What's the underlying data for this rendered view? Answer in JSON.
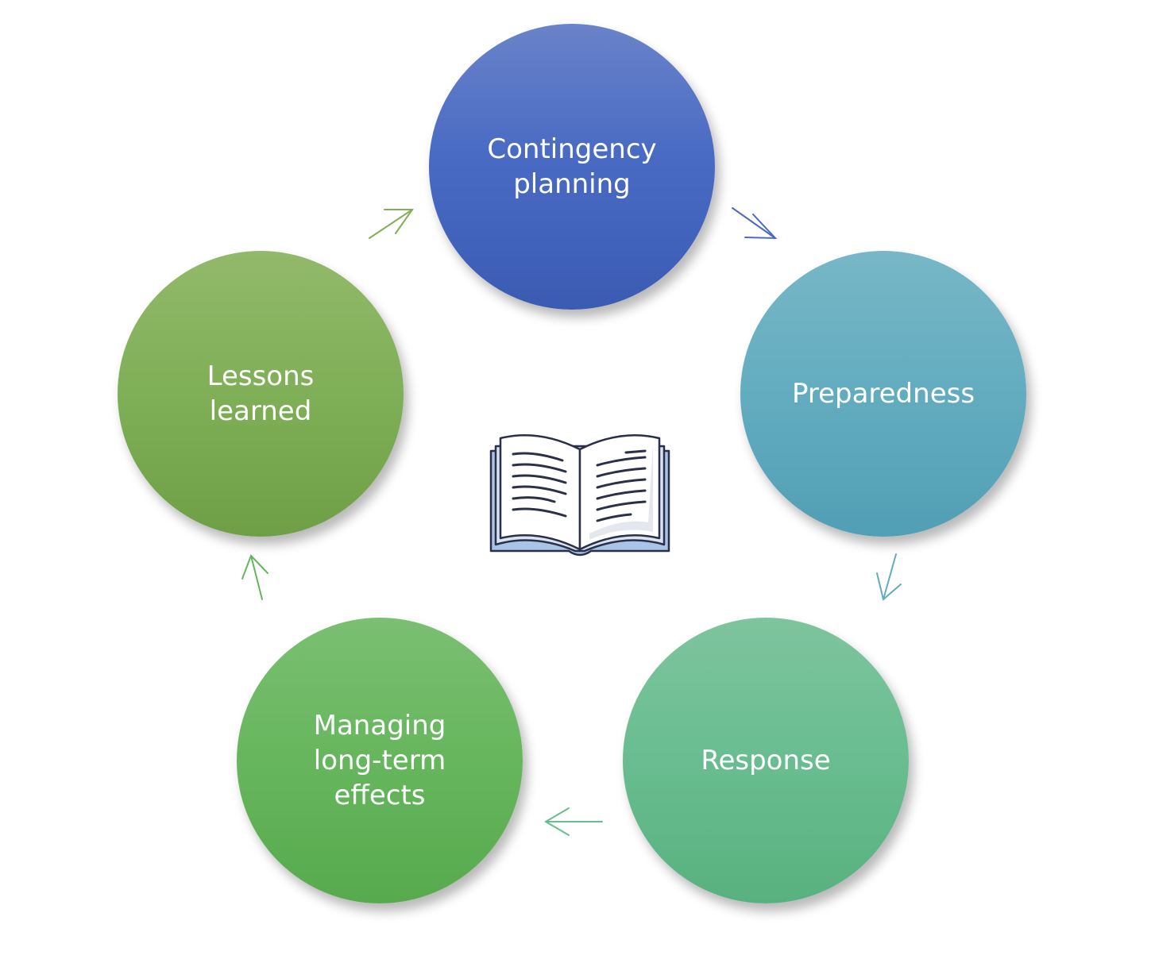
{
  "diagram": {
    "type": "cycle",
    "nodes": [
      {
        "id": "contingency",
        "label": "Contingency\nplanning",
        "color": "#4a6bc4"
      },
      {
        "id": "preparedness",
        "label": "Preparedness",
        "color": "#63acc0"
      },
      {
        "id": "response",
        "label": "Response",
        "color": "#69bd90"
      },
      {
        "id": "managing",
        "label": "Managing\nlong-term\neffects",
        "color": "#66b65d"
      },
      {
        "id": "lessons",
        "label": "Lessons\nlearned",
        "color": "#7faf57"
      }
    ],
    "edges": [
      {
        "from": "contingency",
        "to": "preparedness",
        "color": "#4a6bc4"
      },
      {
        "from": "preparedness",
        "to": "response",
        "color": "#63acc0"
      },
      {
        "from": "response",
        "to": "managing",
        "color": "#69bd90"
      },
      {
        "from": "managing",
        "to": "lessons",
        "color": "#66b65d"
      },
      {
        "from": "lessons",
        "to": "contingency",
        "color": "#7faf57"
      }
    ],
    "center_icon": "open-book-icon"
  }
}
